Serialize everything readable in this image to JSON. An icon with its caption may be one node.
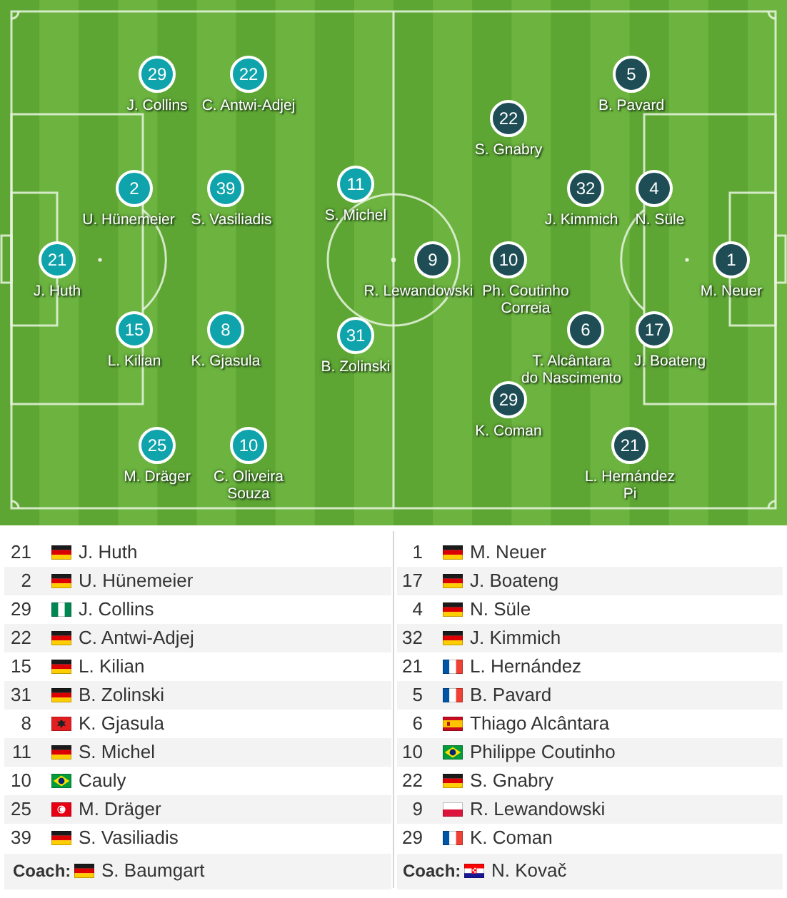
{
  "diagram": {
    "nodes": [
      {
        "text": [
          "29"
        ],
        "beside": [
          "J. Collins"
        ]
      },
      {
        "text": [
          "22"
        ],
        "beside": [
          "C. Antwi-Adjej"
        ]
      },
      {
        "text": [
          "2"
        ],
        "beside": [
          "U. Hünemeier"
        ]
      },
      {
        "text": [
          "39"
        ],
        "beside": [
          "S. Vasiliadis"
        ]
      },
      {
        "text": [
          "11"
        ],
        "beside": [
          "S. Michel"
        ]
      },
      {
        "text": [
          "21"
        ],
        "beside": [
          "J. Huth"
        ]
      },
      {
        "text": [
          "15"
        ],
        "beside": [
          "L. Kilian"
        ]
      },
      {
        "text": [
          "8"
        ],
        "beside": [
          "K. Gjasula"
        ]
      },
      {
        "text": [
          "31"
        ],
        "beside": [
          "B. Zolinski"
        ]
      },
      {
        "text": [
          "25"
        ],
        "beside": [
          "M. Dräger"
        ]
      },
      {
        "text": [
          "10"
        ],
        "beside": [
          "C. Oliveira Souza"
        ]
      },
      {
        "text": [
          "5"
        ],
        "beside": [
          "B. Pavard"
        ]
      },
      {
        "text": [
          "22"
        ],
        "beside": [
          "S. Gnabry"
        ]
      },
      {
        "text": [
          "32"
        ],
        "beside": [
          "J. Kimmich"
        ]
      },
      {
        "text": [
          "4"
        ],
        "beside": [
          "N. Süle"
        ]
      },
      {
        "text": [
          "9"
        ],
        "beside": [
          "R. Lewandowski"
        ]
      },
      {
        "text": [
          "10"
        ],
        "beside": [
          "Ph. Coutinho Correia"
        ]
      },
      {
        "text": [
          "1"
        ],
        "beside": [
          "M. Neuer"
        ]
      },
      {
        "text": [
          "6"
        ],
        "beside": [
          "T. Alcântara do Nascimento"
        ]
      },
      {
        "text": [
          "17"
        ],
        "beside": [
          "J. Boateng"
        ]
      },
      {
        "text": [
          "29"
        ],
        "beside": [
          "K. Coman"
        ]
      },
      {
        "text": [
          "21"
        ],
        "beside": [
          "L. Hernández Pi"
        ]
      }
    ],
    "labels": [
      "21",
      "J. Huth",
      "1",
      "M. Neuer",
      "2",
      "U. Hünemeier",
      "17",
      "J. Boateng",
      "29",
      "J. Collins",
      "4",
      "N. Süle",
      "22",
      "C. Antwi-Adjej",
      "32",
      "J. Kimmich",
      "15",
      "L. Kilian",
      "21",
      "L. Hernández",
      "31",
      "B. Zolinski",
      "5",
      "B. Pavard",
      "8",
      "K. Gjasula",
      "6",
      "Thiago Alcântara",
      "11",
      "S. Michel",
      "10",
      "Philippe Coutinho",
      "10",
      "Cauly",
      "22",
      "S. Gnabry",
      "25",
      "M. Dräger",
      "9",
      "R. Lewandowski",
      "39",
      "S. Vasiliadis",
      "29",
      "K. Coman",
      "Coach:",
      "S. Baumgart",
      "Coach:",
      "N. Kovač"
    ]
  }
}
